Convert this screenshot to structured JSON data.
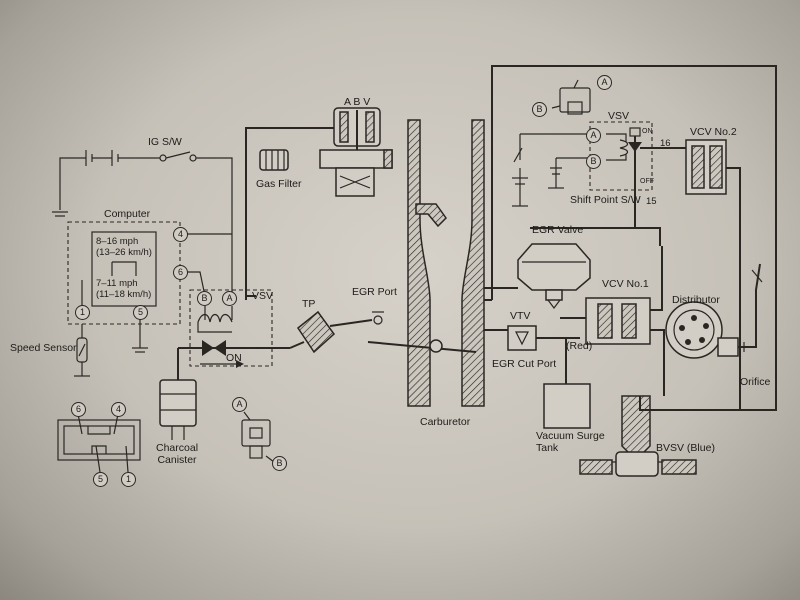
{
  "labels": {
    "ig_sw": "IG S/W",
    "abv": "A B V",
    "gas_filter": "Gas Filter",
    "computer": "Computer",
    "speed_range_high": "8–16 mph\n(13–26 km/h)",
    "speed_range_low": "7–11 mph\n(11–18 km/h)",
    "vsv_left": "VSV",
    "on": "ON",
    "speed_sensor": "Speed Sensor",
    "charcoal_canister": "Charcoal\nCanister",
    "tp": "TP",
    "egr_port": "EGR Port",
    "carburetor": "Carburetor",
    "egr_cut_port": "EGR Cut Port",
    "vtv": "VTV",
    "red": "(Red)",
    "vacuum_surge_tank": "Vacuum Surge\nTank",
    "egr_valve": "EGR Valve",
    "vcv_no1": "VCV No.1",
    "vsv_right": "VSV",
    "vcv_no2": "VCV No.2",
    "shift_point_sw": "Shift Point S/W",
    "distributor": "Distributor",
    "orifice": "Orifice",
    "bvsv_blue": "BVSV (Blue)",
    "switch_on": "ON",
    "switch_off": "OFF",
    "port_16": "16",
    "port_15": "15"
  },
  "pins": {
    "a": "A",
    "b": "B",
    "p1": "1",
    "p4": "4",
    "p5": "5",
    "p6": "6"
  },
  "colors": {
    "paper": "#c9c4bb",
    "ink": "#2a2723"
  }
}
